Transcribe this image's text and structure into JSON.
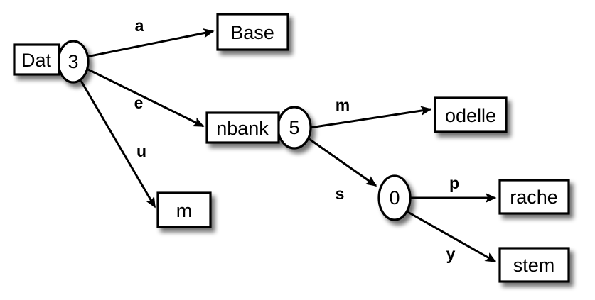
{
  "diagram": {
    "title": "node-link graph",
    "background_color": "#ffffff",
    "stroke_color": "#000000",
    "fill_color": "#ffffff",
    "nodes": [
      {
        "id": "n3",
        "box_label": "Dat",
        "ellipse_label": "3",
        "shape": "box-plus-ellipse"
      },
      {
        "id": "base",
        "box_label": "Base",
        "ellipse_label": "",
        "shape": "box"
      },
      {
        "id": "m_leaf",
        "box_label": "m",
        "ellipse_label": "",
        "shape": "box"
      },
      {
        "id": "n5",
        "box_label": "nbank",
        "ellipse_label": "5",
        "shape": "box-plus-ellipse"
      },
      {
        "id": "odelle",
        "box_label": "odelle",
        "ellipse_label": "",
        "shape": "box"
      },
      {
        "id": "n0",
        "box_label": "",
        "ellipse_label": "0",
        "shape": "ellipse"
      },
      {
        "id": "rache",
        "box_label": "rache",
        "ellipse_label": "",
        "shape": "box"
      },
      {
        "id": "stem",
        "box_label": "stem",
        "ellipse_label": "",
        "shape": "box"
      }
    ],
    "edges": [
      {
        "from": "n3",
        "to": "base",
        "label": "a"
      },
      {
        "from": "n3",
        "to": "n5",
        "label": "e"
      },
      {
        "from": "n3",
        "to": "m_leaf",
        "label": "u"
      },
      {
        "from": "n5",
        "to": "odelle",
        "label": "m"
      },
      {
        "from": "n5",
        "to": "n0",
        "label": "s"
      },
      {
        "from": "n0",
        "to": "rache",
        "label": "p"
      },
      {
        "from": "n0",
        "to": "stem",
        "label": "y"
      }
    ],
    "labels": {
      "dat": "Dat",
      "three": "3",
      "base": "Base",
      "m_leaf": "m",
      "nbank": "nbank",
      "five": "5",
      "odelle": "odelle",
      "zero": "0",
      "rache": "rache",
      "stem": "stem",
      "edge_a": "a",
      "edge_e": "e",
      "edge_u": "u",
      "edge_m": "m",
      "edge_s": "s",
      "edge_p": "p",
      "edge_y": "y"
    }
  }
}
